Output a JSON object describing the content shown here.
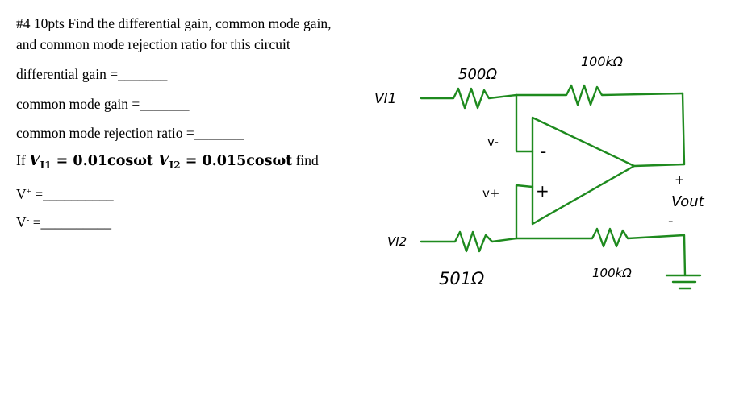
{
  "question": {
    "title_line1": "#4 10pts  Find the differential gain, common mode gain,",
    "title_line2": "and common mode rejection ratio for this circuit",
    "diff_gain": "differential gain =",
    "diff_gain_blank": "_______",
    "cm_gain": "common mode gain =",
    "cm_gain_blank": "_______",
    "cmrr": "common mode rejection ratio =",
    "cmrr_blank": "_______",
    "if_prefix": "If ",
    "vi1_sym": "V",
    "vi1_sub": "I1",
    "vi1_expr": " = 0.01cosωt  ",
    "vi2_sym": "V",
    "vi2_sub": "I2",
    "vi2_expr": " = 0.015cosωt",
    "find": " find",
    "vplus_label": "V",
    "vplus_sup": "+",
    "vplus_blank": " =__________",
    "vminus_label": "V",
    "vminus_sup": "-",
    "vminus_blank": " =__________"
  },
  "circuit": {
    "wire_color": "#1e8a1e",
    "r1_label": "500Ω",
    "r2_label": "100kΩ",
    "r3_label": "501Ω",
    "r4_label": "100kΩ",
    "vi1_label": "VI1",
    "vi2_label": "VI2",
    "vminus_label": "v-",
    "vplus_label": "v+",
    "inv_sign": "-",
    "noninv_sign": "+",
    "out_plus": "+",
    "out_label": "Vout",
    "out_minus": "-"
  }
}
